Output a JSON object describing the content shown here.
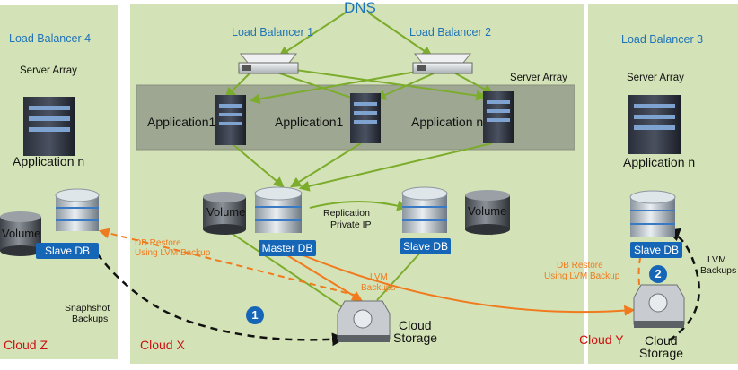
{
  "dns": "DNS",
  "load_balancers": {
    "lb1": "Load Balancer 1",
    "lb2": "Load Balancer 2",
    "lb3": "Load Balancer 3",
    "lb4": "Load Balancer 4"
  },
  "server_array": "Server Array",
  "applications": {
    "left": "Application n",
    "app1a": "Application1",
    "app1b": "Application1",
    "appn": "Application n",
    "right": "Application n"
  },
  "databases": {
    "volume": "Volume",
    "slave_db": "Slave DB",
    "master_db": "Master DB"
  },
  "labels": {
    "replication": "Replication",
    "private_ip": "Private IP",
    "db_restore": "DB Restore",
    "using_lvm_backup": "Using LVM Backup",
    "lvm": "LVM",
    "backups": "Backups",
    "snapshot": "Snaphshot",
    "snapshot_backups": "Backups",
    "cloud_storage_1": "Cloud",
    "cloud_storage_2": "Storage"
  },
  "clouds": {
    "z": "Cloud Z",
    "x": "Cloud X",
    "y": "Cloud Y"
  },
  "markers": {
    "one": "1",
    "two": "2"
  },
  "colors": {
    "panel": "#d4e3b7",
    "server_band": "#9ea792",
    "green_arrow": "#7cac2c",
    "orange_arrow": "#f07a1e",
    "label_blue": "#1f73b7",
    "cloud_red": "#cc1111"
  }
}
